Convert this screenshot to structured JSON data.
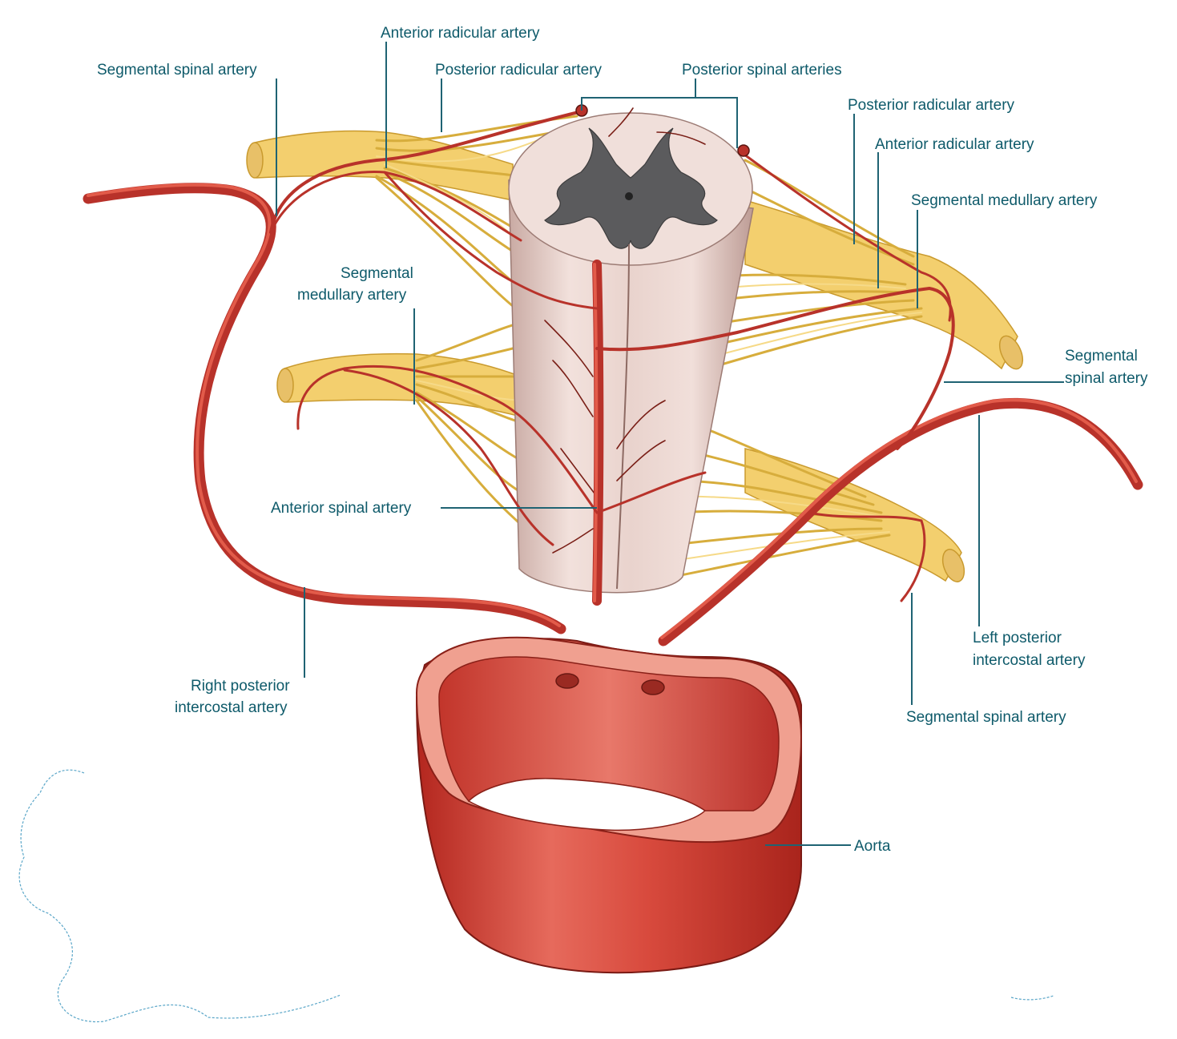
{
  "labels": {
    "anterior_radicular_left": "Anterior radicular artery",
    "segmental_spinal_top_left": "Segmental spinal artery",
    "posterior_radicular_left": "Posterior radicular artery",
    "posterior_spinal_arteries": "Posterior spinal arteries",
    "posterior_radicular_right": "Posterior radicular artery",
    "anterior_radicular_right": "Anterior radicular artery",
    "segmental_medullary_right": "Segmental medullary artery",
    "segmental_medullary_left_line1": "Segmental",
    "segmental_medullary_left_line2": "medullary artery",
    "segmental_spinal_right_line1": "Segmental",
    "segmental_spinal_right_line2": "spinal artery",
    "anterior_spinal": "Anterior spinal artery",
    "left_posterior_intercostal_line1": "Left posterior",
    "left_posterior_intercostal_line2": "intercostal artery",
    "right_posterior_intercostal_line1": "Right posterior",
    "right_posterior_intercostal_line2": "intercostal artery",
    "segmental_spinal_bottom_right": "Segmental spinal artery",
    "aorta": "Aorta"
  },
  "colors": {
    "label_text": "#0e5a6a",
    "artery": "#c0392b",
    "nerve": "#f3cf6e",
    "cord": "#e8d2cc",
    "gray_matter": "#5b5b5d",
    "aorta": "#d9473c"
  }
}
